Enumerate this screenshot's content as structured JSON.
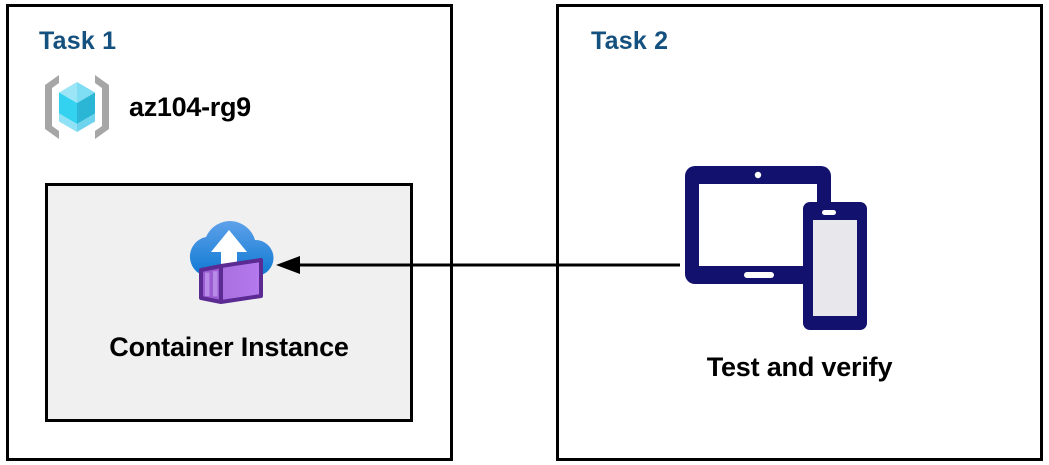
{
  "diagram": {
    "title_color": "#14517E",
    "panels": [
      {
        "id": "task1",
        "title": "Task 1",
        "resource_group": {
          "icon": "azure-resource-group-icon",
          "label": "az104-rg9"
        },
        "resource": {
          "icon": "azure-container-instance-icon",
          "label": "Container Instance",
          "card_fill": "#F0F0F0",
          "card_border": "#000000"
        }
      },
      {
        "id": "task2",
        "title": "Task 2",
        "resource": {
          "icon": "devices-tablet-phone-icon",
          "label": "Test and verify",
          "icon_color": "#12126E"
        }
      }
    ],
    "connector": {
      "name": "arrow-connector",
      "direction": "right-to-left",
      "from": "Test and verify",
      "to": "Container Instance",
      "color": "#000000"
    }
  }
}
